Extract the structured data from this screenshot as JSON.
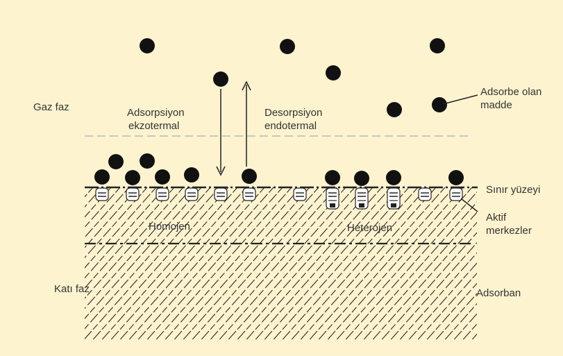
{
  "labels": {
    "gas_phase": "Gaz faz",
    "adsorption_line1": "Adsorpsiyon",
    "adsorption_line2": "ekzotermal",
    "desorption_line1": "Desorpsiyon",
    "desorption_line2": "endotermal",
    "adsorbate_line1": "Adsorbe olan",
    "adsorbate_line2": "madde",
    "interface": "Sınır yüzeyi",
    "active_line1": "Aktif",
    "active_line2": "merkezler",
    "homogeneous": "Homojen",
    "heterogeneous": "Heterojen",
    "solid_phase": "Katı faz",
    "adsorbent": "Adsorban"
  },
  "colors": {
    "background": "#fdf3cf",
    "molecule": "#111111",
    "line": "#222222",
    "text": "#333333"
  }
}
